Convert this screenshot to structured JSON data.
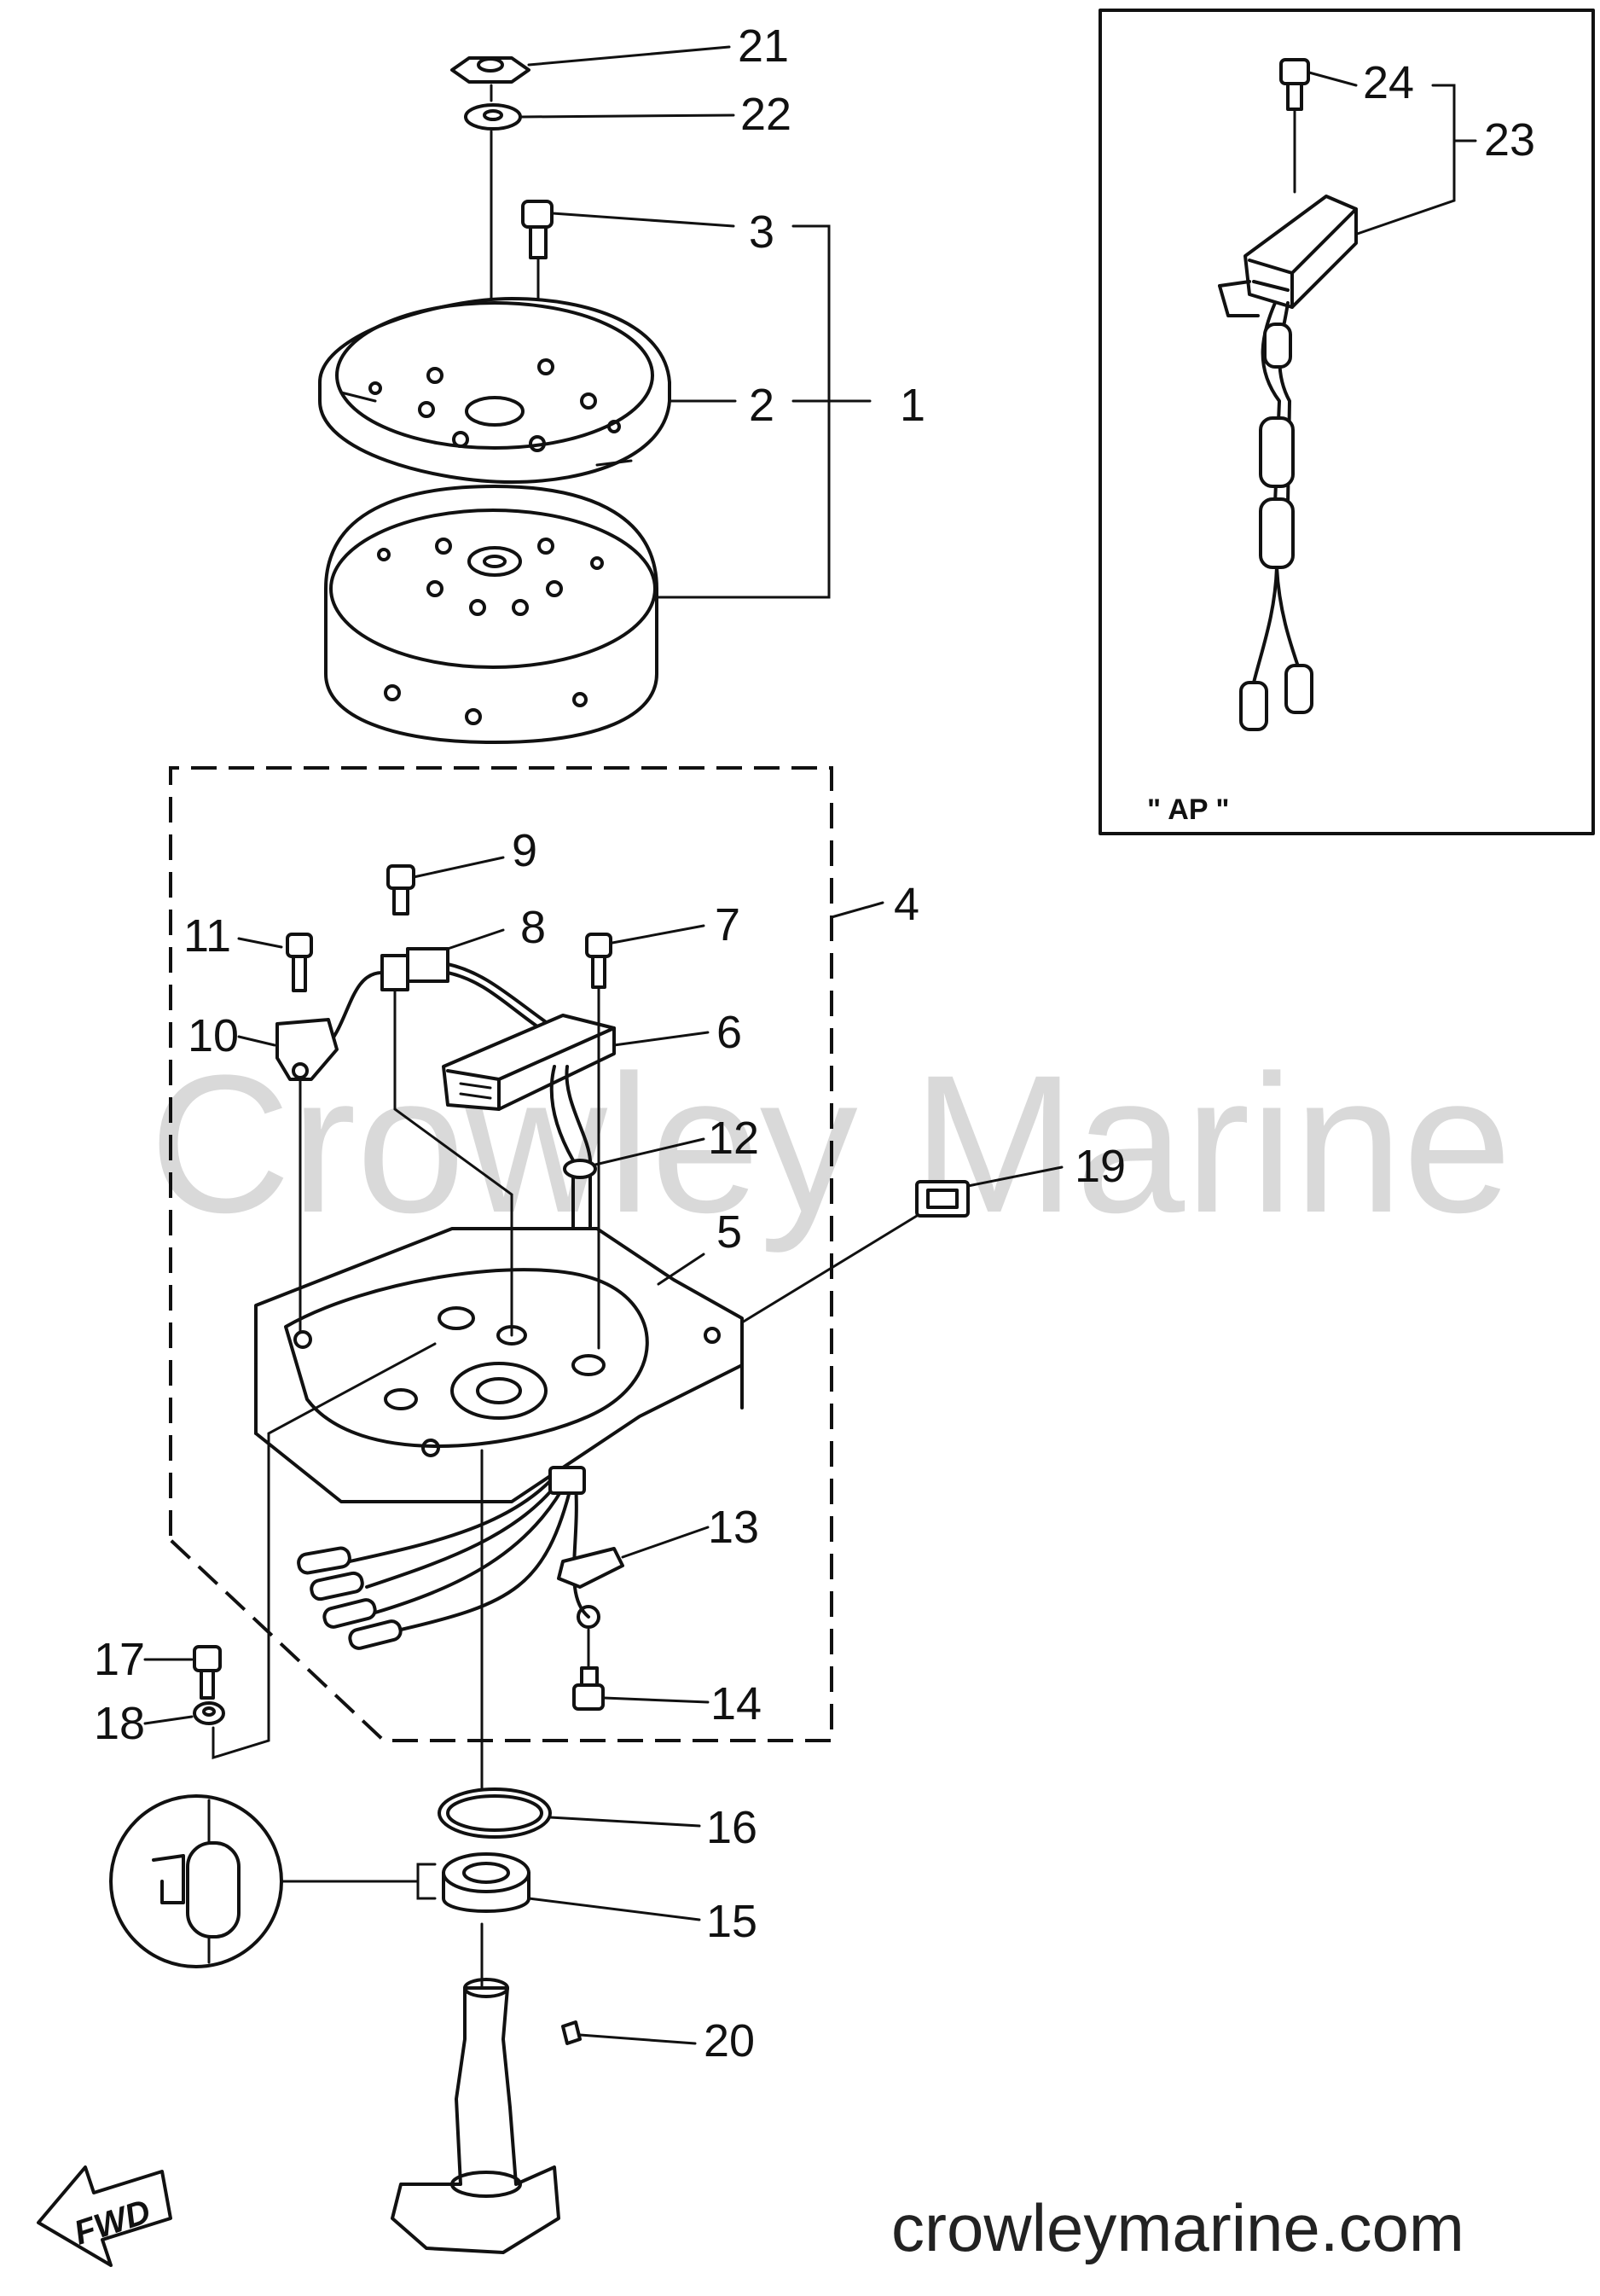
{
  "watermark": "Crowley Marine",
  "site_label": "crowleymarine.com",
  "inset_label": "\" AP \"",
  "fwd_label": "FWD",
  "callouts": {
    "c1": "1",
    "c2": "2",
    "c3": "3",
    "c4": "4",
    "c5": "5",
    "c6": "6",
    "c7": "7",
    "c8": "8",
    "c9": "9",
    "c10": "10",
    "c11": "11",
    "c12": "12",
    "c13": "13",
    "c14": "14",
    "c15": "15",
    "c16": "16",
    "c17": "17",
    "c18": "18",
    "c19": "19",
    "c20": "20",
    "c21": "21",
    "c22": "22",
    "c23": "23",
    "c24": "24"
  }
}
